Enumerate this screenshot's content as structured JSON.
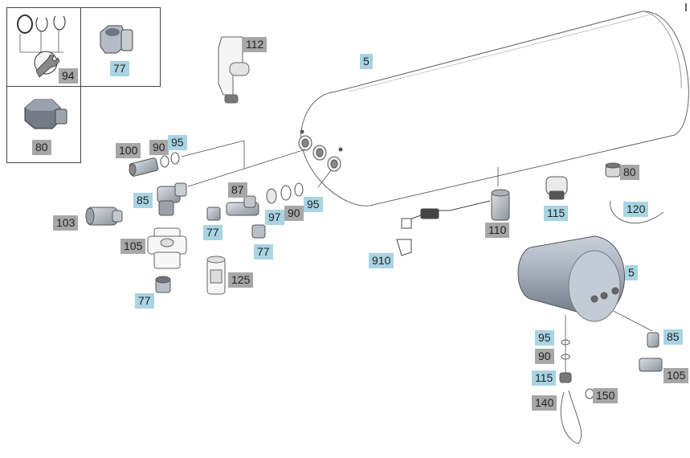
{
  "diagram": {
    "accent_colors": {
      "gray_label": "#a7a7a7",
      "blue_label": "#a8d4e3",
      "line": "#555555"
    },
    "labels": [
      {
        "id": "l-94",
        "text": "94",
        "tone": "gray"
      },
      {
        "id": "l-77a",
        "text": "77",
        "tone": "blue"
      },
      {
        "id": "l-80a",
        "text": "80",
        "tone": "gray"
      },
      {
        "id": "l-112",
        "text": "112",
        "tone": "gray"
      },
      {
        "id": "l-5a",
        "text": "5",
        "tone": "blue"
      },
      {
        "id": "l-100",
        "text": "100",
        "tone": "gray"
      },
      {
        "id": "l-90a",
        "text": "90",
        "tone": "gray"
      },
      {
        "id": "l-95a",
        "text": "95",
        "tone": "blue"
      },
      {
        "id": "l-85a",
        "text": "85",
        "tone": "blue"
      },
      {
        "id": "l-87",
        "text": "87",
        "tone": "gray"
      },
      {
        "id": "l-103",
        "text": "103",
        "tone": "gray"
      },
      {
        "id": "l-77b",
        "text": "77",
        "tone": "blue"
      },
      {
        "id": "l-97",
        "text": "97",
        "tone": "blue"
      },
      {
        "id": "l-90b",
        "text": "90",
        "tone": "gray"
      },
      {
        "id": "l-95b",
        "text": "95",
        "tone": "blue"
      },
      {
        "id": "l-105a",
        "text": "105",
        "tone": "gray"
      },
      {
        "id": "l-77c",
        "text": "77",
        "tone": "blue"
      },
      {
        "id": "l-125",
        "text": "125",
        "tone": "gray"
      },
      {
        "id": "l-77d",
        "text": "77",
        "tone": "blue"
      },
      {
        "id": "l-80b",
        "text": "80",
        "tone": "gray"
      },
      {
        "id": "l-115a",
        "text": "115",
        "tone": "blue"
      },
      {
        "id": "l-120",
        "text": "120",
        "tone": "blue"
      },
      {
        "id": "l-110",
        "text": "110",
        "tone": "gray"
      },
      {
        "id": "l-910",
        "text": "910",
        "tone": "blue"
      },
      {
        "id": "l-5b",
        "text": "5",
        "tone": "blue"
      },
      {
        "id": "l-95c",
        "text": "95",
        "tone": "blue"
      },
      {
        "id": "l-85b",
        "text": "85",
        "tone": "blue"
      },
      {
        "id": "l-90c",
        "text": "90",
        "tone": "gray"
      },
      {
        "id": "l-115b",
        "text": "115",
        "tone": "blue"
      },
      {
        "id": "l-105b",
        "text": "105",
        "tone": "gray"
      },
      {
        "id": "l-140",
        "text": "140",
        "tone": "gray"
      },
      {
        "id": "l-150",
        "text": "150",
        "tone": "gray"
      }
    ]
  }
}
